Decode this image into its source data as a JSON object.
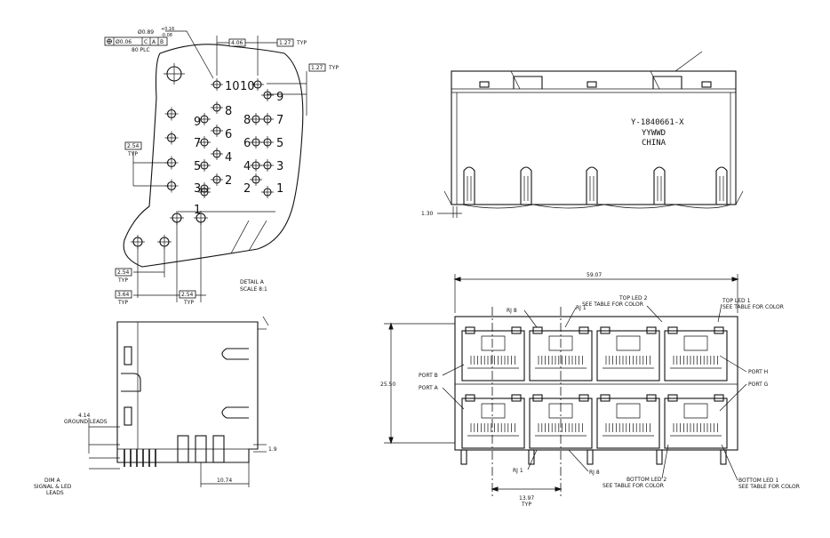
{
  "detail_a": {
    "hole_dia": "Ø0.89",
    "hole_tol_upper": "+0.16",
    "hole_tol_lower": "-0.08",
    "position_tol": "Ø0.06",
    "datum_c": "C",
    "datum_a": "A",
    "datum_b": "B",
    "plc": "80 PLC",
    "dim_406": "4.06",
    "dim_127_top": "1.27",
    "dim_127_right": "1.27",
    "typ": "TYP",
    "dim_254_left": "2.54",
    "dim_254_bottom_a": "2.54",
    "dim_364": "3.64",
    "dim_254_bottom_b": "2.54",
    "pins_left": [
      "10",
      "9",
      "8",
      "7",
      "6",
      "5",
      "4",
      "3",
      "2",
      "1"
    ],
    "pins_right": [
      "10",
      "9",
      "8",
      "7",
      "6",
      "5",
      "4",
      "3",
      "2",
      "1"
    ],
    "title": "DETAIL  A",
    "scale": "SCALE  8:1"
  },
  "front_view": {
    "marking_line1": "Y-1840661-X",
    "marking_line2": "YYWWD",
    "marking_line3": "CHINA",
    "dim_130": "1.30"
  },
  "side_view": {
    "dim_414": "4.14",
    "ground_leads": "GROUND LEADS",
    "dim_a": "DIM A",
    "signal_led": "SIGNAL & LED",
    "leads": "LEADS",
    "dim_1074": "10.74",
    "dim_19": "1.9"
  },
  "port_view": {
    "dim_5907": "59.07",
    "dim_2550": "25.50",
    "dim_1397": "13.97",
    "typ": "TYP",
    "rj8_top": "RJ 8",
    "rj1_top": "RJ 1",
    "rj1_bottom": "RJ 1",
    "rj8_bottom": "RJ 8",
    "top_led2_line1": "TOP LED 2",
    "top_led2_line2": "SEE TABLE FOR COLOR",
    "top_led1_line1": "TOP LED 1",
    "top_led1_line2": "SEE TABLE FOR COLOR",
    "bottom_led2_line1": "BOTTOM LED 2",
    "bottom_led2_line2": "SEE TABLE FOR COLOR",
    "bottom_led1_line1": "BOTTOM LED 1",
    "bottom_led1_line2": "SEE TABLE FOR COLOR",
    "port_b": "PORT B",
    "port_a": "PORT A",
    "port_h": "PORT H",
    "port_g": "PORT G"
  }
}
